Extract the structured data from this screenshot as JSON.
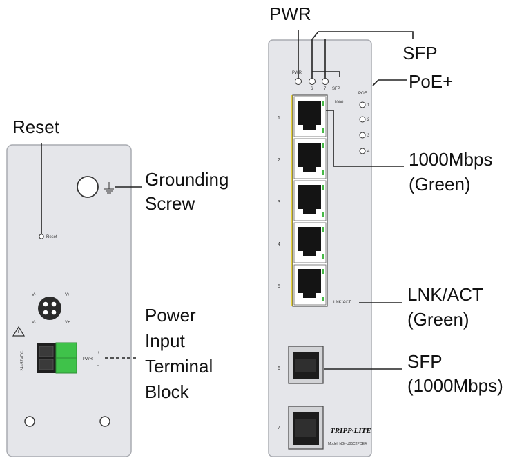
{
  "callouts": {
    "reset": "Reset",
    "grounding_line1": "Grounding",
    "grounding_line2": "Screw",
    "power_line1": "Power",
    "power_line2": "Input",
    "power_line3": "Terminal",
    "power_line4": "Block",
    "pwr": "PWR",
    "sfp": "SFP",
    "poe": "PoE+",
    "speed_line1": "1000Mbps",
    "speed_line2": "(Green)",
    "lnk_line1": "LNK/ACT",
    "lnk_line2": "(Green)",
    "sfp_port_line1": "SFP",
    "sfp_port_line2": "(1000Mbps)"
  },
  "left_panel": {
    "reset_text": "Reset",
    "voltage_text": "24~57VDC",
    "pwr_text": "PWR",
    "plus_sign": "+",
    "minus_sign": "-",
    "pin_labels": [
      "V-",
      "V+",
      "V-",
      "V+"
    ]
  },
  "right_panel": {
    "pwr_led_text": "PWR",
    "sfp_led_nums": [
      "6",
      "7"
    ],
    "sfp_led_text": "SFP",
    "speed_text": "1000",
    "poe_text": "POE",
    "poe_nums": [
      "1",
      "2",
      "3",
      "4"
    ],
    "port_nums": [
      "1",
      "2",
      "3",
      "4",
      "5"
    ],
    "sfp_port_nums": [
      "6",
      "7"
    ],
    "lnkact_text": "LNK/ACT",
    "brand": "TRIPP·LITE",
    "model": "Model: NGI-U05C2POE4"
  },
  "colors": {
    "panel": "#e5e6ea",
    "terminal_green": "#3fc24a",
    "led_green": "#47b947",
    "poe_yellow": "#e8d23a"
  }
}
